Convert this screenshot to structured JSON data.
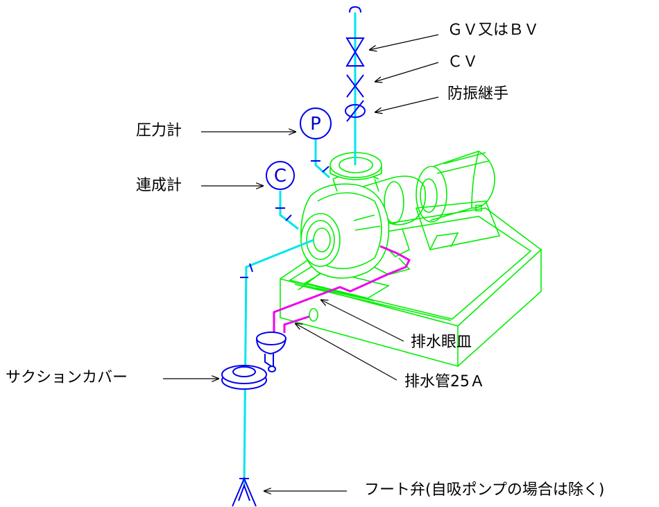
{
  "labels": {
    "gv_bv": "ＧＶ又はＢＶ",
    "cv": "ＣＶ",
    "flex_joint": "防振継手",
    "pressure_gauge": "圧力計",
    "compound_gauge": "連成計",
    "drain_pan": "排水眼皿",
    "drain_pipe": "排水管25Ａ",
    "suction_cover": "サクションカバー",
    "foot_valve": "フート弁(自吸ポンプの場合は除く)"
  },
  "gauge_letters": {
    "pressure": "P",
    "compound": "C"
  },
  "colors": {
    "pump": "#00ee00",
    "pipe": "#00e5ee",
    "drain": "#ee00ee",
    "fittings": "#0000ee",
    "arrows": "#000000"
  }
}
